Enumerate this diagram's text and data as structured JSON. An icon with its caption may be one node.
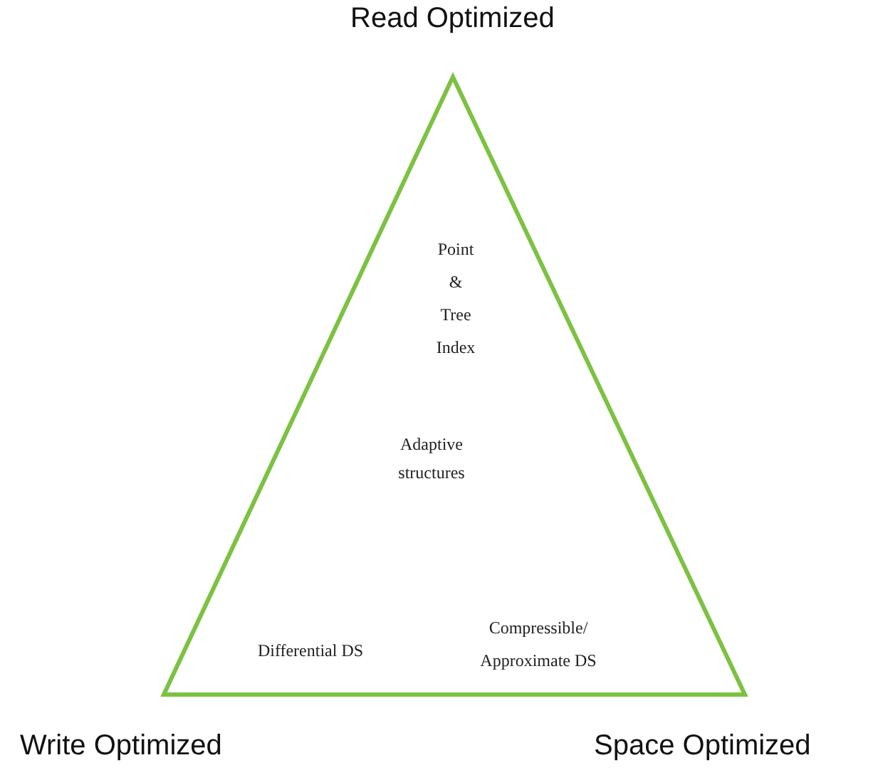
{
  "diagram": {
    "nodes": [
      {
        "text": [
          "Point & Tree Index",
          "Adaptive structures",
          "Differential DS",
          "Compressible/ Approximate DS"
        ],
        "beside": [
          "Read Optimized",
          "Write Optimized",
          "Space Optimized"
        ]
      }
    ]
  }
}
